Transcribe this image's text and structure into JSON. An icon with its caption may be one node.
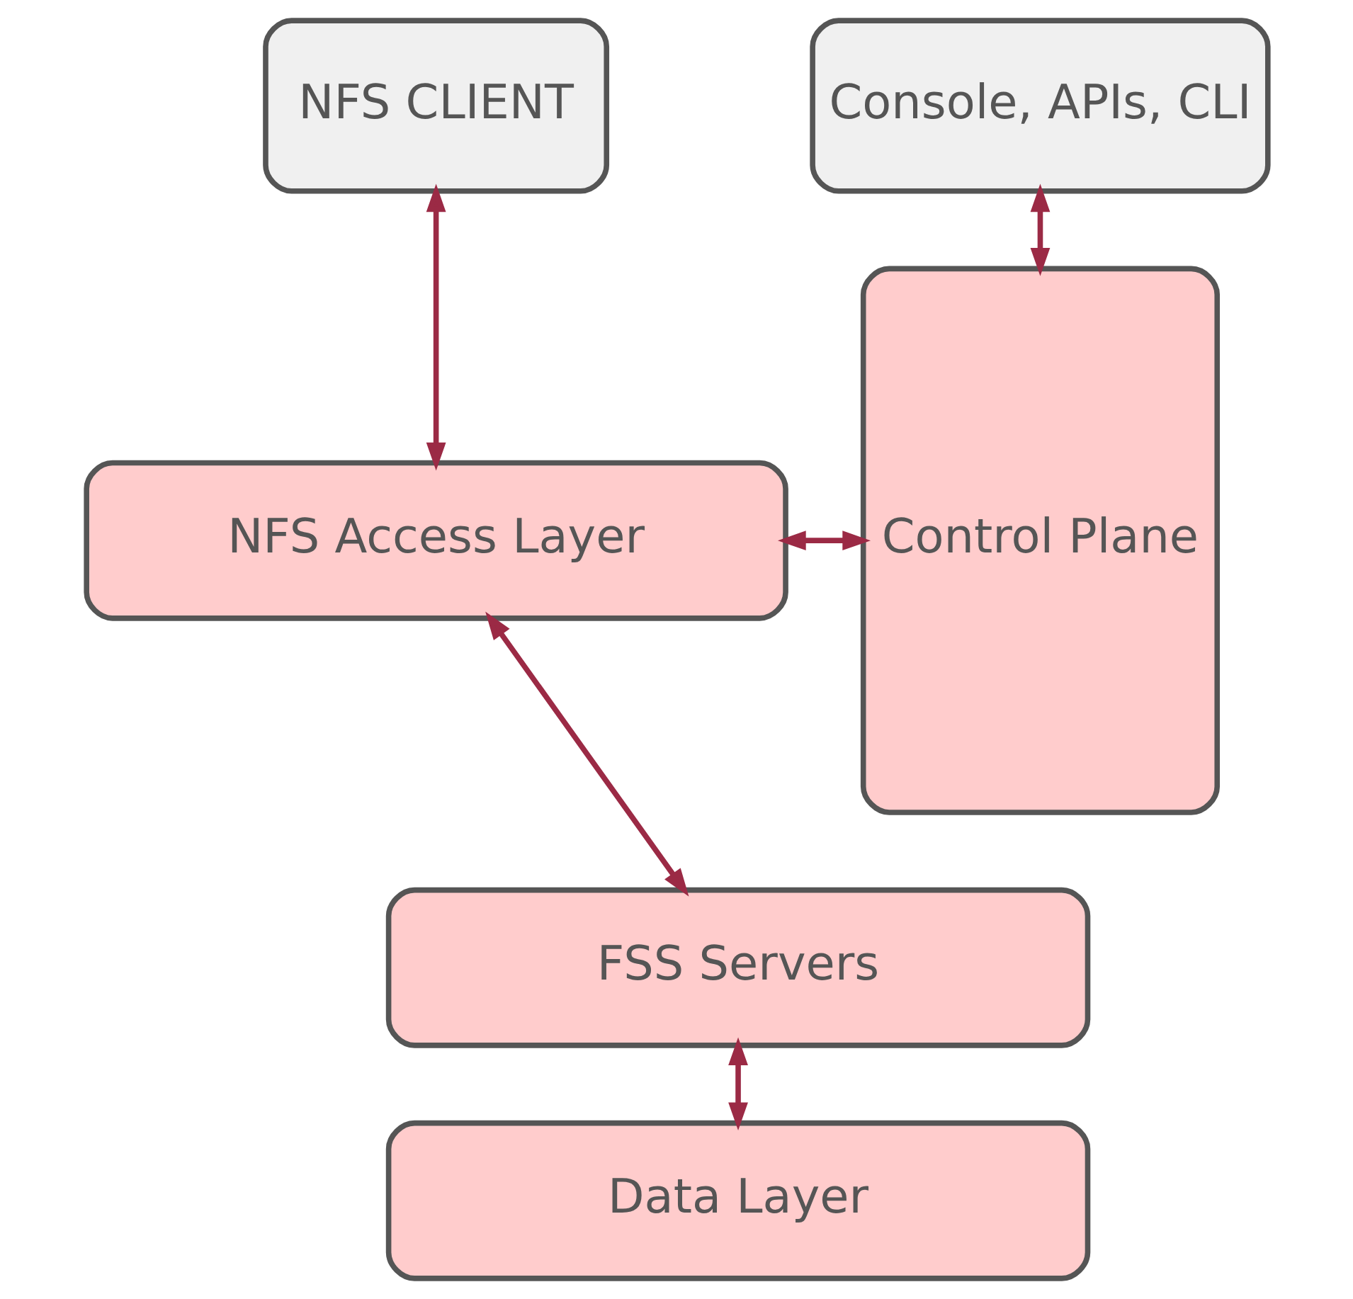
{
  "diagram": {
    "nodes": [
      {
        "text": [
          "NFS CLIENT"
        ]
      },
      {
        "text": [
          "Console, APIs, CLI"
        ]
      },
      {
        "text": [
          "NFS Access Layer"
        ]
      },
      {
        "text": [
          "FSS Servers"
        ]
      },
      {
        "text": [
          "Data Layer"
        ]
      },
      {
        "text": [
          "Control Plane"
        ]
      }
    ],
    "edges": [
      {
        "from": 0,
        "to": 2,
        "arrow": "both"
      },
      {
        "from": 1,
        "to": 5,
        "arrow": "both"
      },
      {
        "from": 2,
        "to": 5,
        "arrow": "both"
      },
      {
        "from": 2,
        "to": 3,
        "arrow": "both"
      },
      {
        "from": 3,
        "to": 4,
        "arrow": "both"
      }
    ]
  }
}
